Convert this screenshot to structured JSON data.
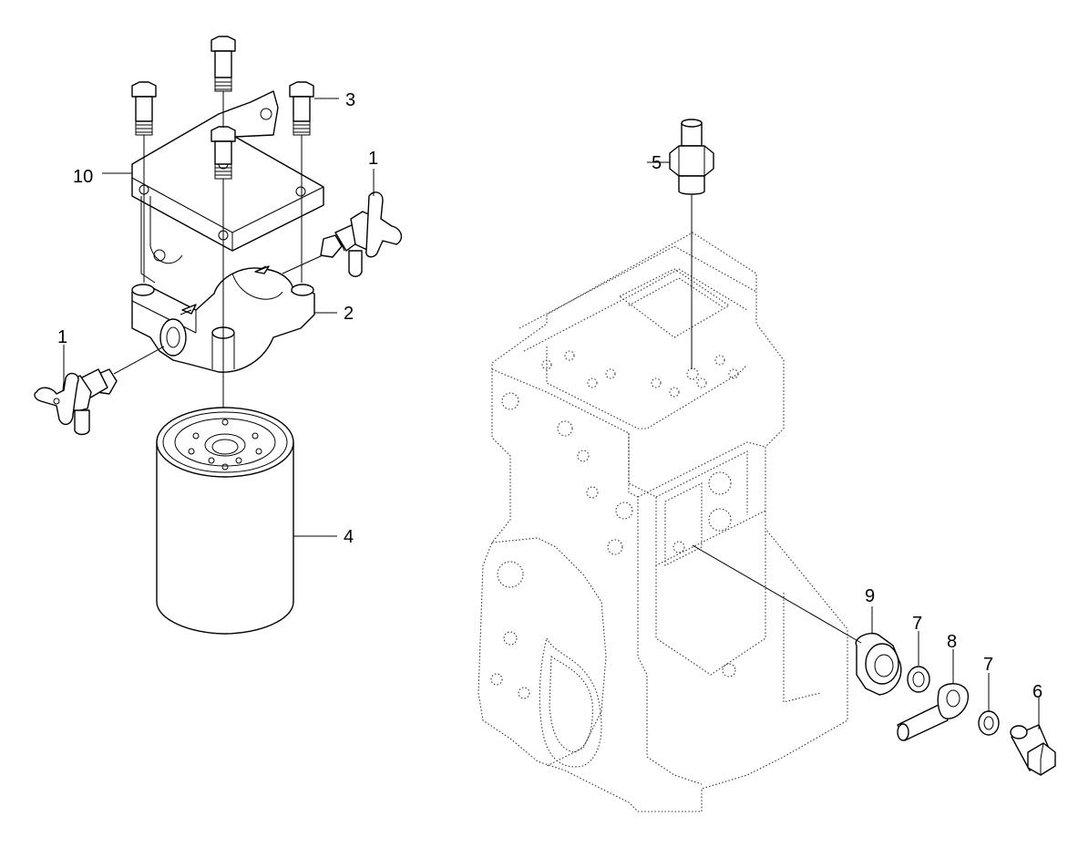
{
  "callouts": [
    {
      "id": "c1a",
      "text": "1"
    },
    {
      "id": "c1b",
      "text": "1"
    },
    {
      "id": "c2",
      "text": "2"
    },
    {
      "id": "c3",
      "text": "3"
    },
    {
      "id": "c4",
      "text": "4"
    },
    {
      "id": "c5",
      "text": "5"
    },
    {
      "id": "c6",
      "text": "6"
    },
    {
      "id": "c7a",
      "text": "7"
    },
    {
      "id": "c7b",
      "text": "7"
    },
    {
      "id": "c8",
      "text": "8"
    },
    {
      "id": "c9",
      "text": "9"
    },
    {
      "id": "c10",
      "text": "10"
    }
  ]
}
